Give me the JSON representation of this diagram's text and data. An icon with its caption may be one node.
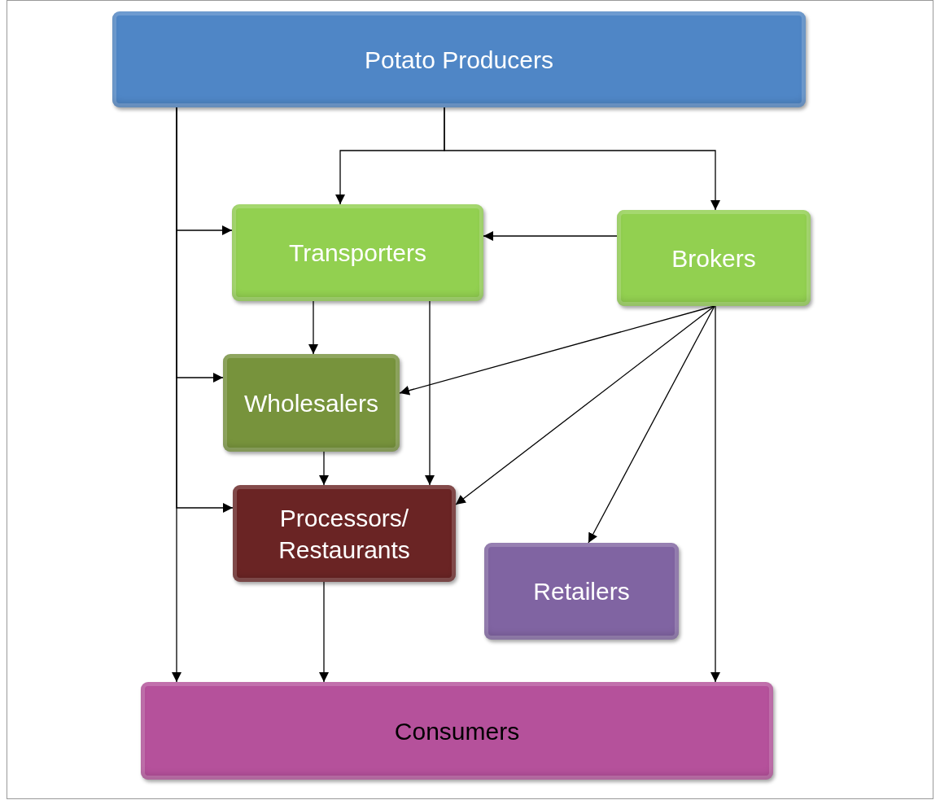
{
  "diagram": {
    "nodes": [
      {
        "text": [
          "Potato Producers"
        ]
      },
      {
        "text": [
          "Transporters"
        ]
      },
      {
        "text": [
          "Brokers"
        ]
      },
      {
        "text": [
          "Wholesalers"
        ]
      },
      {
        "text": [
          "Processors/ Restaurants"
        ]
      },
      {
        "text": [
          "Retailers"
        ]
      },
      {
        "text": [
          "Consumers"
        ]
      }
    ],
    "edges": [
      {
        "from": 0,
        "to": 1,
        "arrow": "to"
      },
      {
        "from": 0,
        "to": 2,
        "arrow": "to"
      },
      {
        "from": 0,
        "to": 1,
        "arrow": "to"
      },
      {
        "from": 0,
        "to": 3,
        "arrow": "to"
      },
      {
        "from": 0,
        "to": 4,
        "arrow": "to"
      },
      {
        "from": 0,
        "to": 6,
        "arrow": "to"
      },
      {
        "from": 2,
        "to": 1,
        "arrow": "to"
      },
      {
        "from": 1,
        "to": 3,
        "arrow": "to"
      },
      {
        "from": 1,
        "to": 4,
        "arrow": "to"
      },
      {
        "from": 2,
        "to": 3,
        "arrow": "to"
      },
      {
        "from": 2,
        "to": 4,
        "arrow": "to"
      },
      {
        "from": 2,
        "to": 5,
        "arrow": "to"
      },
      {
        "from": 2,
        "to": 6,
        "arrow": "to"
      },
      {
        "from": 3,
        "to": 4,
        "arrow": "to"
      },
      {
        "from": 4,
        "to": 6,
        "arrow": "to"
      }
    ]
  }
}
